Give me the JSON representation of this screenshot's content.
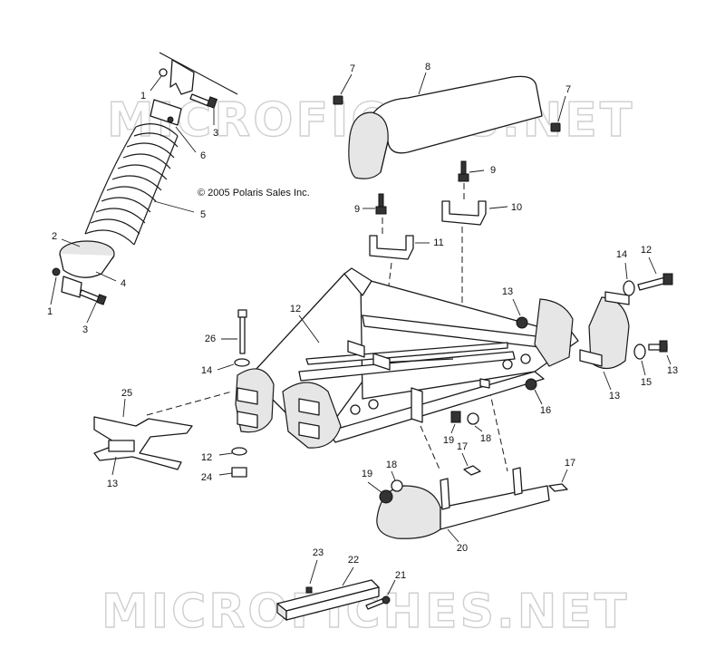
{
  "watermark": "MICROFICHES.NET",
  "copyright": "© 2005 Polaris Sales Inc.",
  "callouts": [
    {
      "id": "c1a",
      "label": "1"
    },
    {
      "id": "c3a",
      "label": "3"
    },
    {
      "id": "c6",
      "label": "6"
    },
    {
      "id": "c5",
      "label": "5"
    },
    {
      "id": "c2",
      "label": "2"
    },
    {
      "id": "c4",
      "label": "4"
    },
    {
      "id": "c1b",
      "label": "1"
    },
    {
      "id": "c3b",
      "label": "3"
    },
    {
      "id": "c7a",
      "label": "7"
    },
    {
      "id": "c8",
      "label": "8"
    },
    {
      "id": "c7b",
      "label": "7"
    },
    {
      "id": "c9a",
      "label": "9"
    },
    {
      "id": "c9b",
      "label": "9"
    },
    {
      "id": "c10",
      "label": "10"
    },
    {
      "id": "c11",
      "label": "11"
    },
    {
      "id": "c13a",
      "label": "13"
    },
    {
      "id": "c14a",
      "label": "14"
    },
    {
      "id": "c12a",
      "label": "12"
    },
    {
      "id": "c26",
      "label": "26"
    },
    {
      "id": "c14b",
      "label": "14"
    },
    {
      "id": "c13b",
      "label": "13"
    },
    {
      "id": "c15",
      "label": "15"
    },
    {
      "id": "c13c",
      "label": "13"
    },
    {
      "id": "c16",
      "label": "16"
    },
    {
      "id": "c12b",
      "label": "12"
    },
    {
      "id": "c25",
      "label": "25"
    },
    {
      "id": "c13d",
      "label": "13"
    },
    {
      "id": "c12c",
      "label": "12"
    },
    {
      "id": "c24",
      "label": "24"
    },
    {
      "id": "c19a",
      "label": "19"
    },
    {
      "id": "c18a",
      "label": "18"
    },
    {
      "id": "c17a",
      "label": "17"
    },
    {
      "id": "c17b",
      "label": "17"
    },
    {
      "id": "c19b",
      "label": "19"
    },
    {
      "id": "c18b",
      "label": "18"
    },
    {
      "id": "c20",
      "label": "20"
    },
    {
      "id": "c23",
      "label": "23"
    },
    {
      "id": "c22",
      "label": "22"
    },
    {
      "id": "c21",
      "label": "21"
    }
  ]
}
